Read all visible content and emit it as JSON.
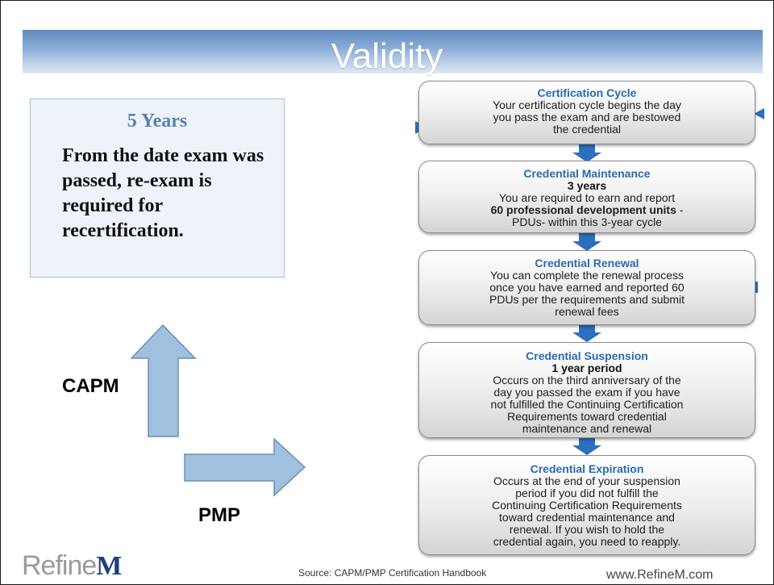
{
  "slide": {
    "title": "Validity"
  },
  "info_box": {
    "heading": "5 Years",
    "body": "From the date exam was passed, re-exam is required for recertification."
  },
  "labels": {
    "capm": "CAPM",
    "pmp": "PMP"
  },
  "colors": {
    "arrow_fill": "#9fc0de",
    "arrow_stroke": "#6e8fb4",
    "step_title": "#2a6bb0",
    "flow_arrow": "#2c6fbd"
  },
  "flow_steps": [
    {
      "title": "Certification Cycle",
      "subtitle": "",
      "lines": [
        "Your certification cycle begins the day",
        "you pass the exam and are bestowed",
        "the credential"
      ]
    },
    {
      "title": "Credential Maintenance",
      "subtitle": "3 years",
      "lines": [
        "You are required to earn and report"
      ],
      "bold_line": "60 professional development units",
      "bold_suffix": " -",
      "lines_after": [
        "PDUs- within this 3-year cycle"
      ]
    },
    {
      "title": "Credential Renewal",
      "subtitle": "",
      "lines": [
        "You can complete the renewal process",
        "once you have earned and reported 60",
        "PDUs per the requirements and submit",
        "renewal fees"
      ]
    },
    {
      "title": "Credential Suspension",
      "subtitle": "1 year period",
      "lines": [
        "Occurs on the third anniversary of the",
        "day you passed the exam if you have",
        "not fulfilled the Continuing Certification",
        "Requirements toward credential",
        "maintenance and renewal"
      ]
    },
    {
      "title": "Credential Expiration",
      "subtitle": "",
      "lines": [
        "Occurs at the end of your suspension",
        "period if you did not fulfill the",
        "Continuing Certification Requirements",
        "toward credential maintenance and",
        "renewal. If you wish to hold the",
        "credential again, you need to reapply."
      ]
    }
  ],
  "footer": {
    "logo_light": "Refine",
    "logo_bold": "M",
    "source": "Source: CAPM/PMP Certification Handbook",
    "url": "www.RefineM.com"
  }
}
